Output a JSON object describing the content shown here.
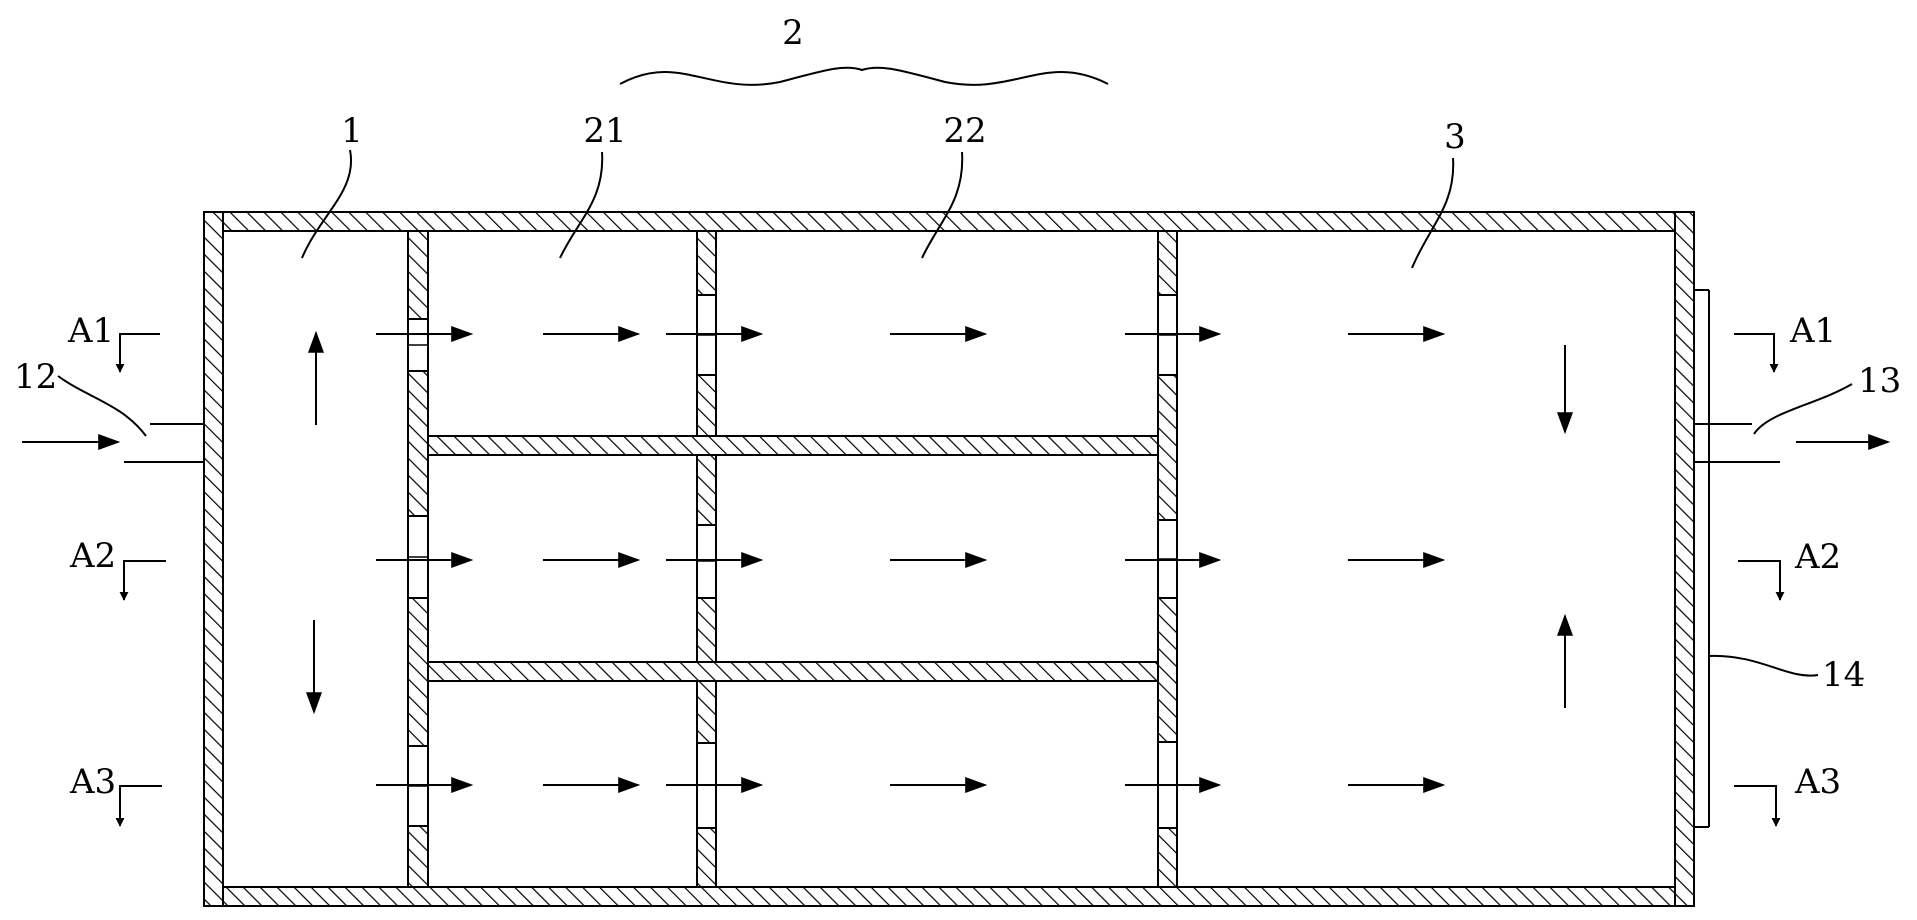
{
  "labels": {
    "group": "2",
    "inlet_chamber": "1",
    "chamber_21": "21",
    "chamber_22": "22",
    "outlet_chamber": "3",
    "inlet_pipe": "12",
    "outlet_pipe": "13",
    "side_plate": "14",
    "section_a1_left": "A1",
    "section_a2_left": "A2",
    "section_a3_left": "A3",
    "section_a1_right": "A1",
    "section_a2_right": "A2",
    "section_a3_right": "A3"
  },
  "colors": {
    "line": "#000000",
    "background": "#ffffff"
  }
}
